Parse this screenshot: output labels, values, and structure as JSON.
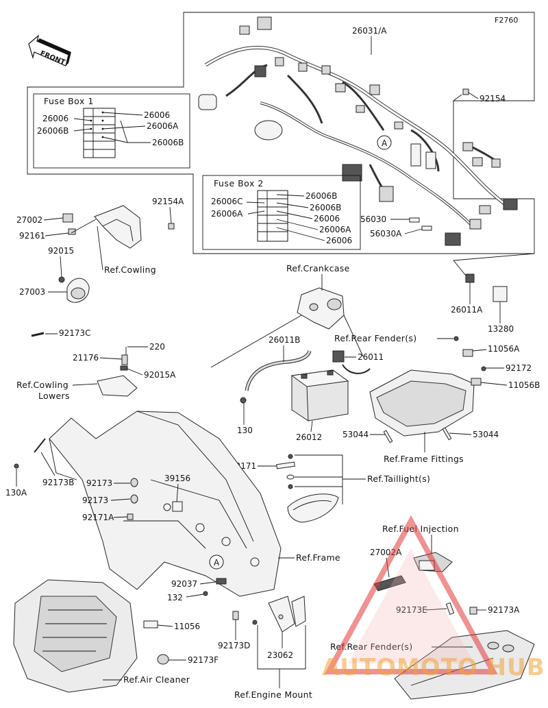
{
  "figure_code": "F2760",
  "front_label": "FRONT",
  "watermark": "AUTOMOTO HUB",
  "fuse_box_1": {
    "title": "Fuse Box 1",
    "labels_left": [
      "26006",
      "26006B"
    ],
    "labels_right": [
      "26006",
      "26006A",
      "26006B"
    ]
  },
  "fuse_box_2": {
    "title": "Fuse Box 2",
    "labels_left": [
      "26006C",
      "26006A"
    ],
    "labels_right": [
      "26006B",
      "26006B",
      "26006",
      "26006A",
      "26006"
    ]
  },
  "callouts": {
    "c26031A": "26031/A",
    "c92154": "92154",
    "c56030": "56030",
    "c56030A": "56030A",
    "c26011A": "26011A",
    "c13280": "13280",
    "c27002": "27002",
    "c92161": "92161",
    "c92154A": "92154A",
    "c92015": "92015",
    "c27003": "27003",
    "c92173C": "92173C",
    "c220": "220",
    "c21176": "21176",
    "c92015A": "92015A",
    "c26011B": "26011B",
    "c26011": "26011",
    "c130": "130",
    "c26012": "26012",
    "c11056A": "11056A",
    "c92172": "92172",
    "c11056B": "11056B",
    "c53044a": "53044",
    "c53044b": "53044",
    "c92171": "92171",
    "c130A": "130A",
    "c92173B": "92173B",
    "c92173a": "92173",
    "c92173b": "92173",
    "c39156": "39156",
    "c92171A": "92171A",
    "c92037": "92037",
    "c132": "132",
    "c11056": "11056",
    "c92173F": "92173F",
    "c92173D": "92173D",
    "c23062": "23062",
    "c27002A": "27002A",
    "c92173E": "92173E",
    "c92173A": "92173A",
    "markerA1": "A",
    "markerA2": "A"
  },
  "references": {
    "cowling": "Ref.Cowling",
    "crankcase": "Ref.Crankcase",
    "rear_fender_1": "Ref.Rear Fender(s)",
    "cowling_lowers_1": "Ref.Cowling",
    "cowling_lowers_2": "Lowers",
    "frame_fittings": "Ref.Frame Fittings",
    "taillight": "Ref.Taillight(s)",
    "frame": "Ref.Frame",
    "fuel_injection": "Ref.Fuel Injection",
    "rear_fender_2": "Ref.Rear Fender(s)",
    "air_cleaner": "Ref.Air Cleaner",
    "engine_mount": "Ref.Engine Mount"
  }
}
